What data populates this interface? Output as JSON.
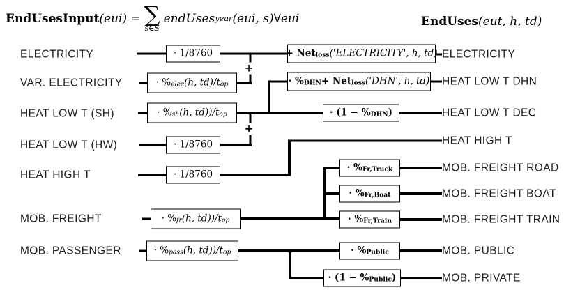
{
  "colors": {
    "background": "#ffffff",
    "line": "#000000",
    "text": "#1c1c1c",
    "box_border": "#000000"
  },
  "formulas": {
    "input": {
      "name": "EndUsesInput",
      "args": "(eui) = ",
      "sum": "∑",
      "sum_sub": "s∈S",
      "fn": "endUses",
      "fn_sub": "year",
      "tail": "(eui, s)∀eui"
    },
    "output": {
      "name": "EndUses",
      "args": "(eut, h, td)"
    }
  },
  "left_labels": [
    "ELECTRICITY",
    "VAR. ELECTRICITY",
    "HEAT LOW T (SH)",
    "HEAT LOW T (HW)",
    "HEAT HIGH T",
    "MOB. FREIGHT",
    "MOB. PASSENGER"
  ],
  "right_labels": [
    "ELECTRICITY",
    "HEAT LOW T DHN",
    "HEAT LOW T DEC",
    "HEAT HIGH T",
    "MOB. FREIGHT ROAD",
    "MOB. FREIGHT BOAT",
    "MOB. FREIGHT TRAIN",
    "MOB. PUBLIC",
    "MOB. PRIVATE"
  ],
  "operators": {
    "plus_top": "+",
    "plus_mid": "+"
  },
  "boxes": {
    "elec_in": {
      "text": "· 1/8760"
    },
    "varelec": {
      "p1": "· %",
      "s1": "elec",
      "p2": "(h, td)/t",
      "s2": "op"
    },
    "sh": {
      "p1": "· %",
      "s1": "sh",
      "p2": "(h, td))/t",
      "s2": "op"
    },
    "hw": {
      "text": "· 1/8760"
    },
    "hht": {
      "text": "· 1/8760"
    },
    "fr": {
      "p1": "· %",
      "s1": "fr",
      "p2": "(h, td))/t",
      "s2": "op"
    },
    "pass": {
      "p1": "· %",
      "s1": "pass",
      "p2": "(h, td))/t",
      "s2": "op"
    },
    "netloss_elec": {
      "p1": "+ Net",
      "s1": "loss",
      "p2": " ('ELECTRICITY', h, td)"
    },
    "dhn": {
      "p1": "· %",
      "s1": "DHN",
      "p2": " + Net",
      "s2": "loss",
      "p3": "('DHN', h, td)"
    },
    "dec": {
      "p1": "· (1 − %",
      "s1": "DHN",
      "p2": ")"
    },
    "fr_truck": {
      "p1": "· %",
      "s1": "Fr,Truck"
    },
    "fr_boat": {
      "p1": "· %",
      "s1": "Fr,Boat"
    },
    "fr_train": {
      "p1": "· %",
      "s1": "Fr,Train"
    },
    "mob_public": {
      "p1": "· %",
      "s1": "Public"
    },
    "mob_private": {
      "p1": "· (1 − %",
      "s1": "Public",
      "p2": ")"
    }
  }
}
